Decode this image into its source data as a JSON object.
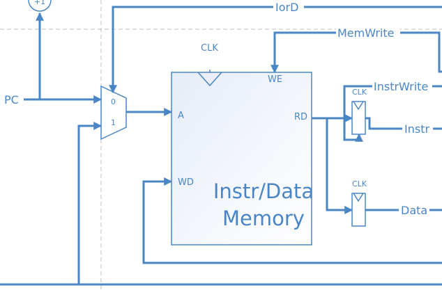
{
  "signals": {
    "iord": "IorD",
    "memwrite": "MemWrite",
    "instrwrite": "InstrWrite",
    "instr": "Instr",
    "data": "Data",
    "pc": "PC",
    "incr": "+1"
  },
  "mux": {
    "in0": "0",
    "in1": "1"
  },
  "memory": {
    "title_line1": "Instr/Data",
    "title_line2": "Memory",
    "clk": "CLK",
    "we": "WE",
    "a": "A",
    "wd": "WD",
    "rd": "RD"
  },
  "instr_register": {
    "clk": "CLK"
  },
  "data_register": {
    "clk": "CLK"
  },
  "colors": {
    "wire": "#4a86c5",
    "memory_fill_top": "#e6ecf8",
    "memory_fill_bottom": "#ffffff"
  }
}
